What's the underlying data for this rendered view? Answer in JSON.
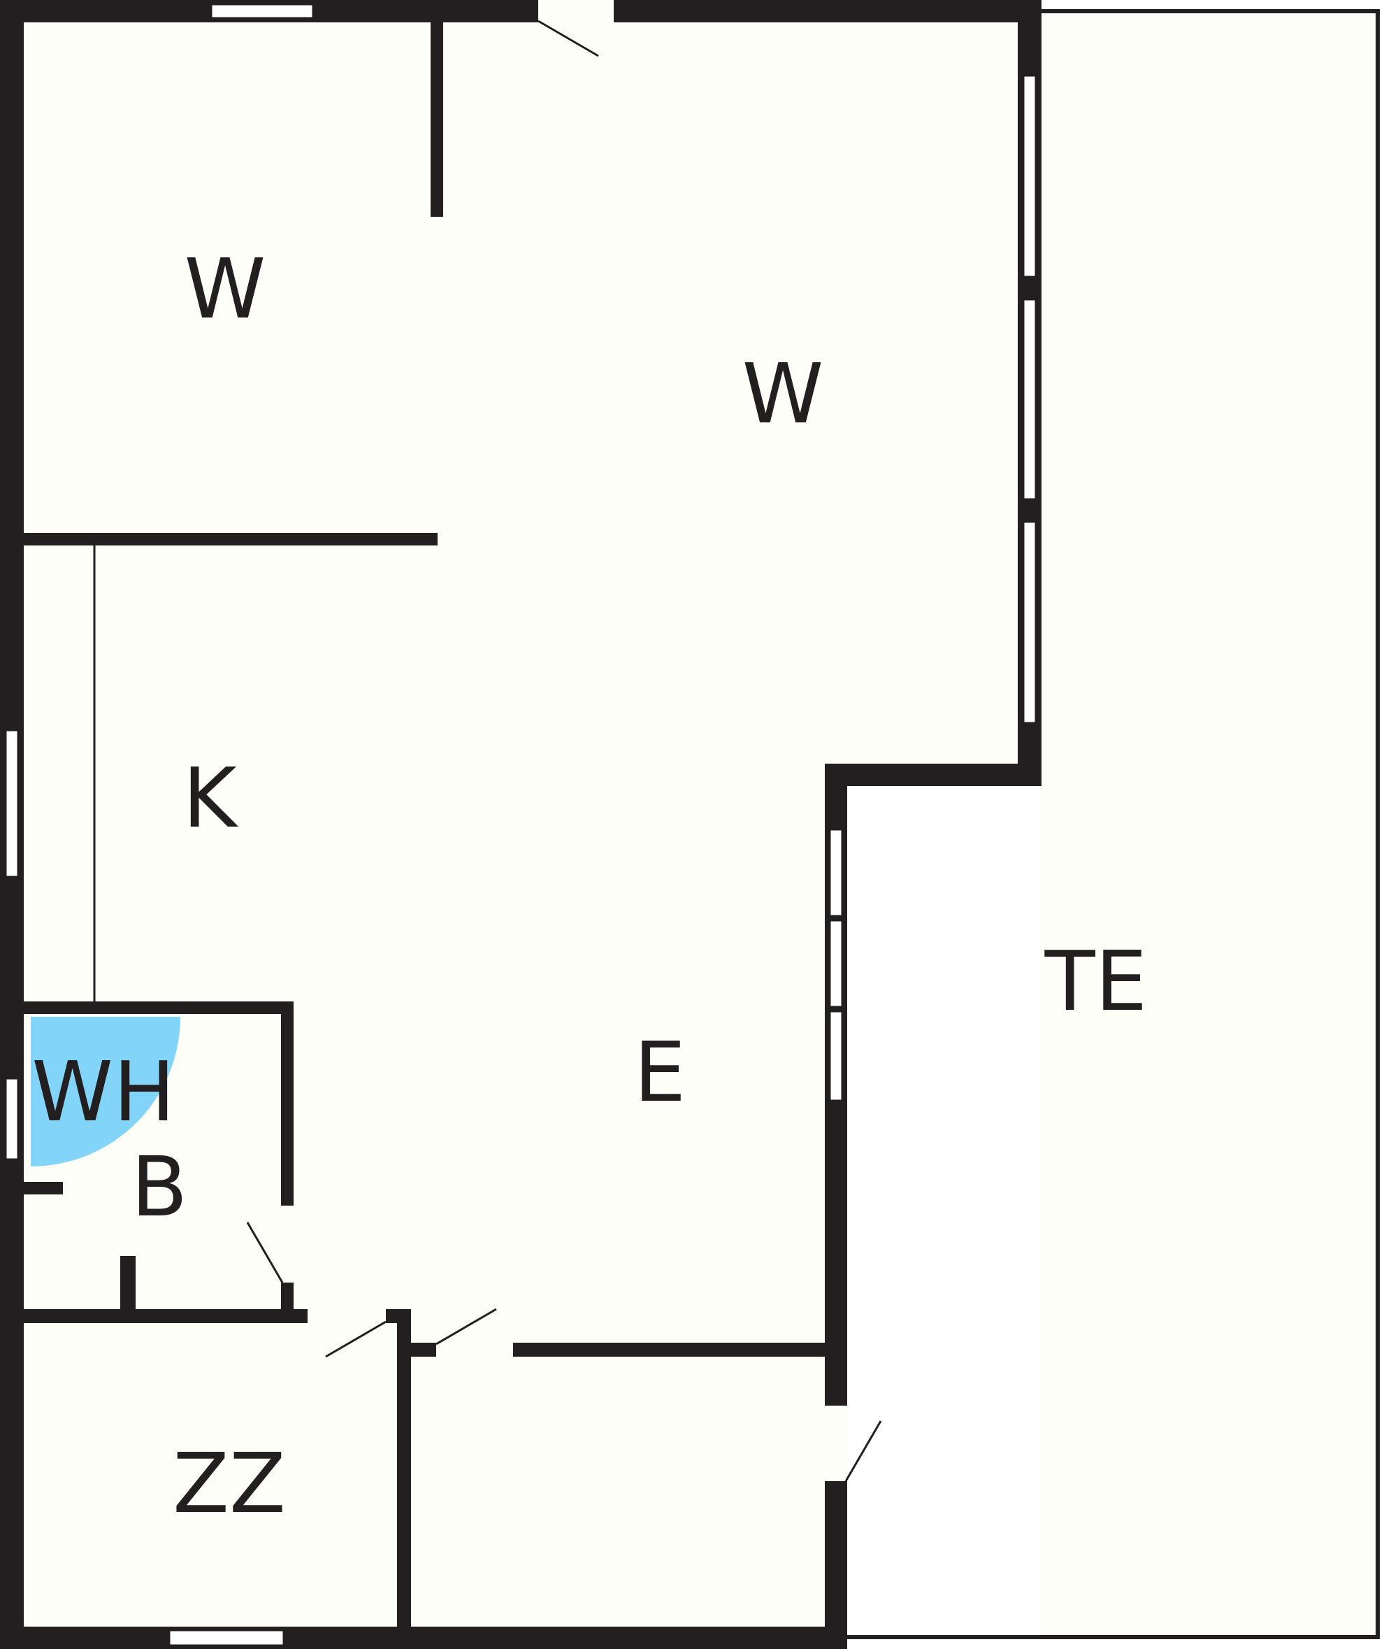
{
  "plan": {
    "colors": {
      "wall": "#231f20",
      "floor": "#fefef9",
      "window": "#ffffff",
      "shower": "#82d4f8"
    },
    "rooms": {
      "w_left": "W",
      "w_main": "W",
      "kitchen": "K",
      "entry": "E",
      "shower": "WH",
      "bath": "B",
      "storage": "ZZ",
      "terrace": "TE"
    }
  }
}
